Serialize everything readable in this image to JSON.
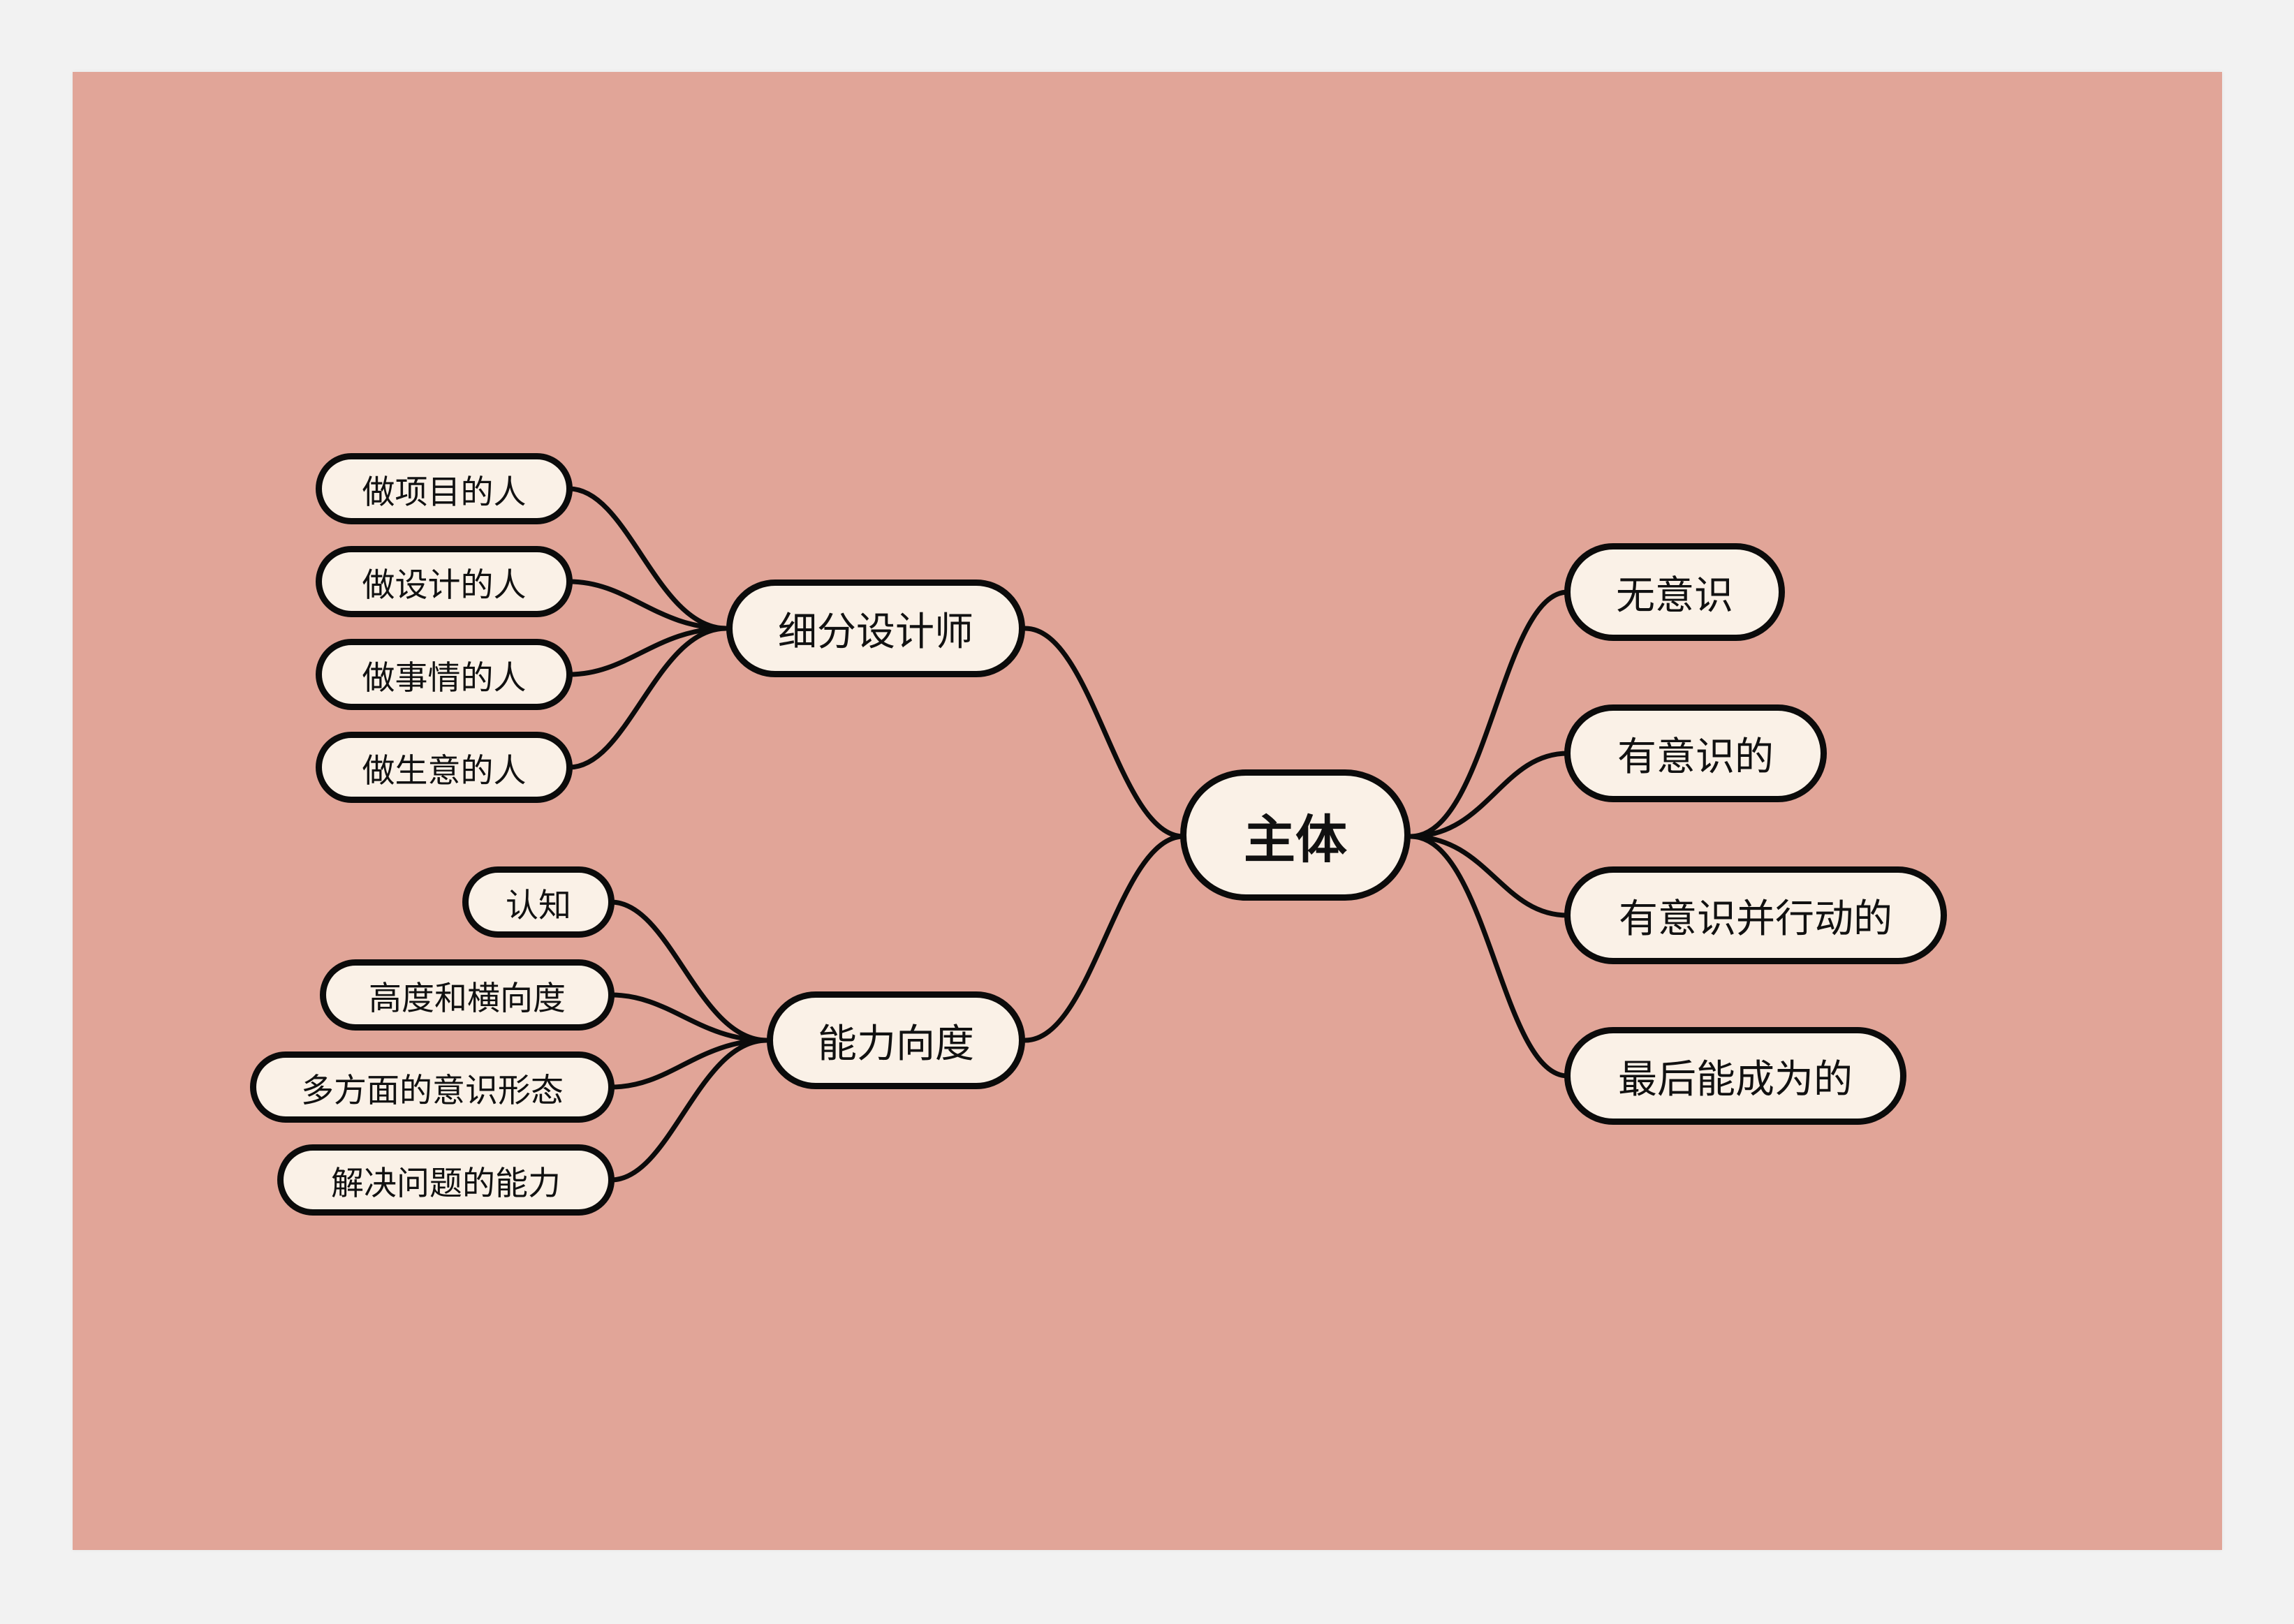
{
  "root": {
    "label": "主体"
  },
  "left_branches": [
    {
      "label": "细分设计师",
      "children": [
        "做项目的人",
        "做设计的人",
        "做事情的人",
        "做生意的人"
      ]
    },
    {
      "label": "能力向度",
      "children": [
        "认知",
        "高度和横向度",
        "多方面的意识形态",
        "解决问题的能力"
      ]
    }
  ],
  "right_branches": [
    {
      "label": "无意识"
    },
    {
      "label": "有意识的"
    },
    {
      "label": "有意识并行动的"
    },
    {
      "label": "最后能成为的"
    }
  ],
  "colors": {
    "page_background": "#f2f2f2",
    "canvas_background": "#e1a598",
    "node_fill": "#faf1e7",
    "node_border": "#0b0b0b",
    "connector": "#0b0b0b"
  }
}
